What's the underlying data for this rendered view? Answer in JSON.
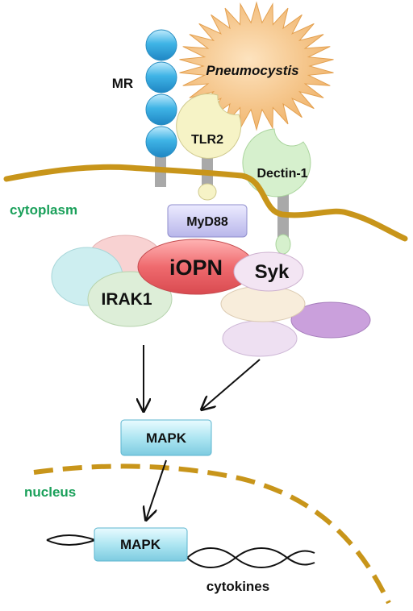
{
  "labels": {
    "pathogen": "Pneumocystis",
    "mr": "MR",
    "tlr2": "TLR2",
    "dectin": "Dectin-1",
    "cytoplasm": "cytoplasm",
    "myd88": "MyD88",
    "iopn": "iOPN",
    "syk": "Syk",
    "irak1": "IRAK1",
    "mapk_top": "MAPK",
    "nucleus": "nucleus",
    "mapk_bottom": "MAPK",
    "cytokines": "cytokines"
  },
  "colors": {
    "membrane": "#c8951a",
    "compartment_text": "#1aa05a",
    "mapk_fill": "#a8e4f0",
    "mr_bead": "#3fb4e6",
    "pathogen": "#f7c98c",
    "iopn": "#ef6a6e",
    "myd88": "#c9c9f2",
    "tlr2": "#f5f2c4",
    "dectin": "#d4f0cc",
    "syk": "#f2e4f2"
  }
}
